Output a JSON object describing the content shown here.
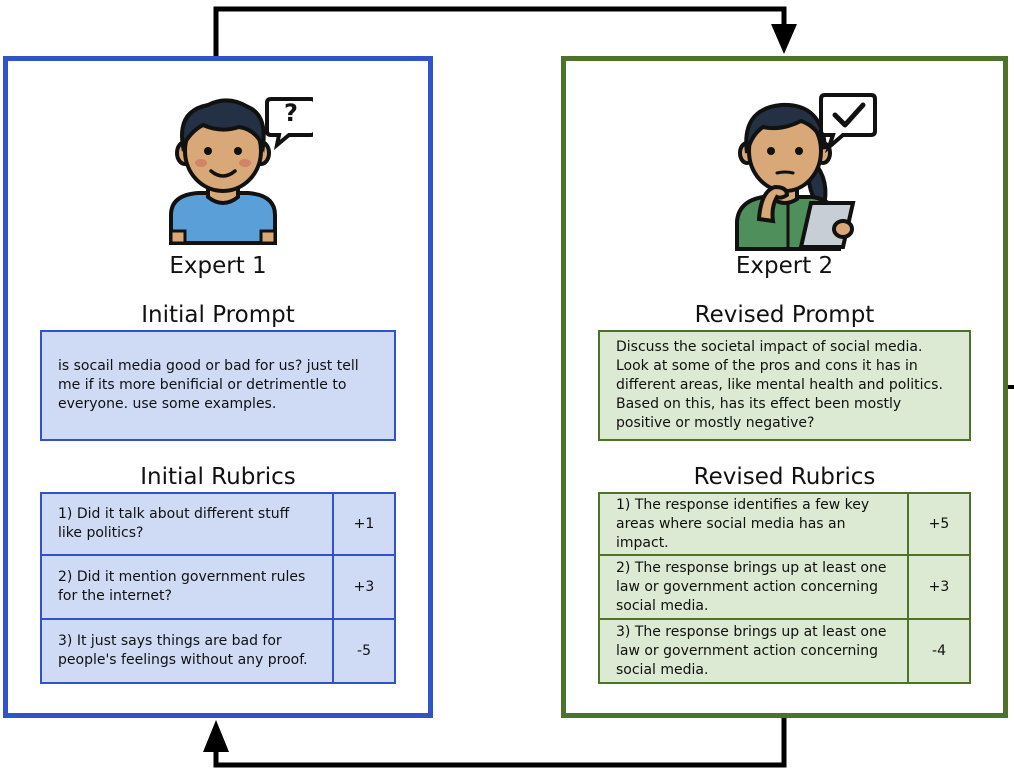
{
  "expert1": {
    "name": "Expert 1",
    "bubble_icon": "question-mark-icon",
    "prompt_heading": "Initial Prompt",
    "prompt_text": "is socail media good or bad for us? just tell me if its more benificial or detrimentle to everyone. use some examples.",
    "rubrics_heading": "Initial Rubrics",
    "rubrics": [
      {
        "text": "1) Did it talk about different stuff like politics?",
        "score": "+1"
      },
      {
        "text": "2) Did it mention government rules for the internet?",
        "score": "+3"
      },
      {
        "text": "3) It just says things are bad for people's feelings without any proof.",
        "score": "-5"
      }
    ],
    "color": "#3153c9",
    "fill": "#cfdaf5"
  },
  "expert2": {
    "name": "Expert 2",
    "bubble_icon": "checkmark-icon",
    "prompt_heading": "Revised Prompt",
    "prompt_text": "Discuss the societal impact of social media. Look at some of the pros and cons it has in different areas, like mental health and politics. Based on this, has its effect been mostly positive or mostly negative?",
    "rubrics_heading": "Revised Rubrics",
    "rubrics": [
      {
        "text": "1) The response identifies a few key areas where social media has an impact.",
        "score": "+5"
      },
      {
        "text": "2) The response brings up at least one law or government action concerning social media.",
        "score": "+3"
      },
      {
        "text": "3) The response brings up at least one law or government action concerning social media.",
        "score": "-4"
      }
    ],
    "color": "#4c7329",
    "fill": "#dce9d3"
  }
}
